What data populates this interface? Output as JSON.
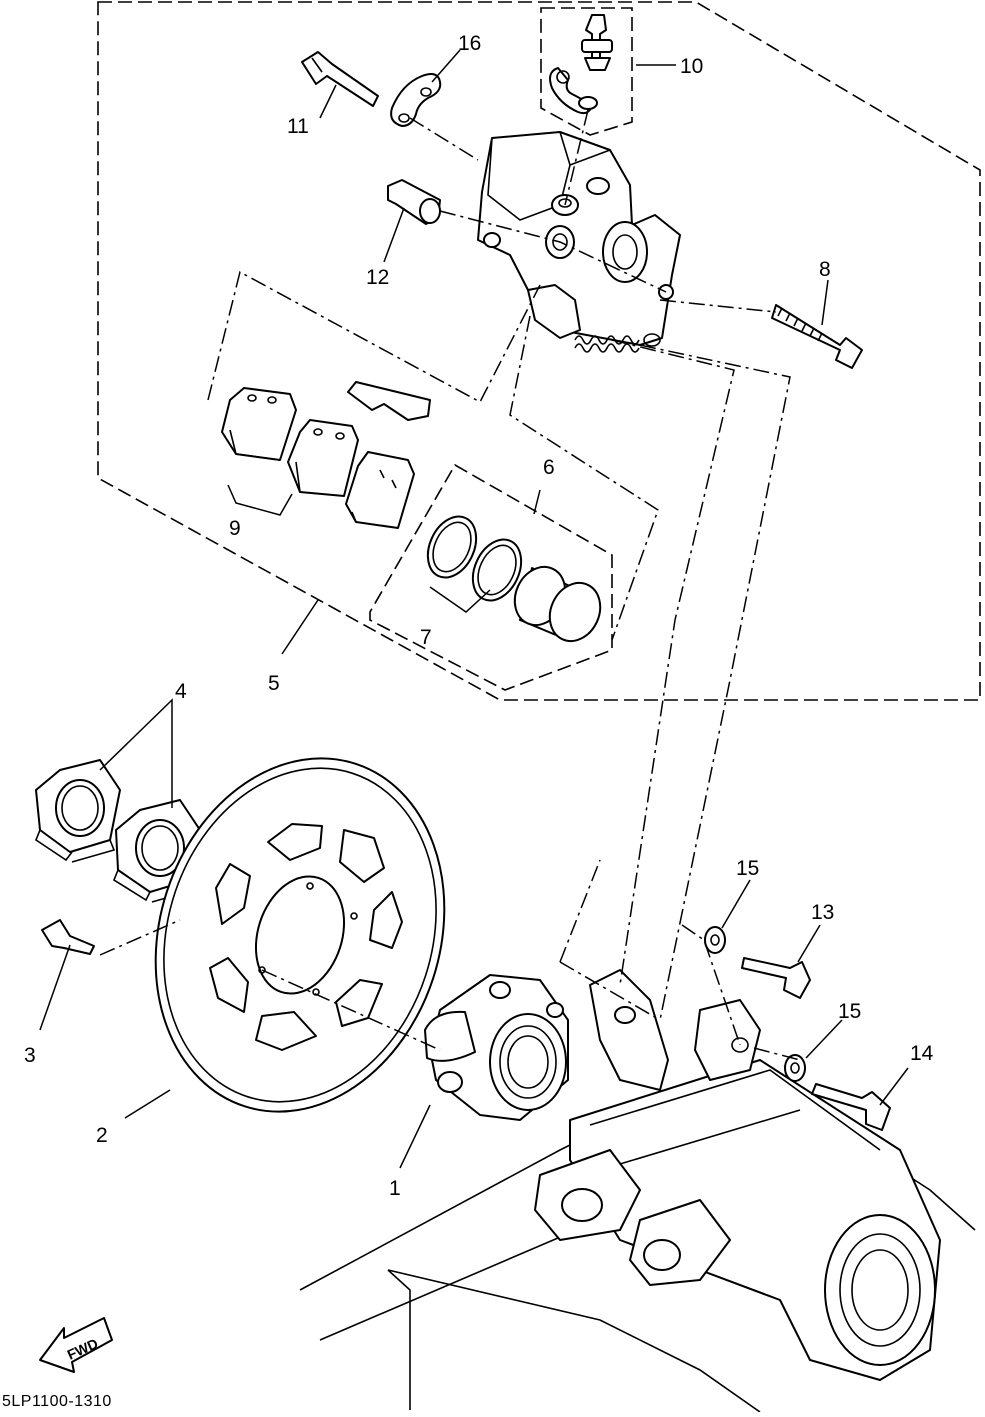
{
  "diagram": {
    "callouts": [
      "1",
      "2",
      "3",
      "4",
      "5",
      "6",
      "7",
      "8",
      "9",
      "10",
      "11",
      "12",
      "13",
      "14",
      "15",
      "15",
      "16"
    ],
    "fwd_label": "FWD",
    "drawing_code": "5LP1100-1310"
  }
}
